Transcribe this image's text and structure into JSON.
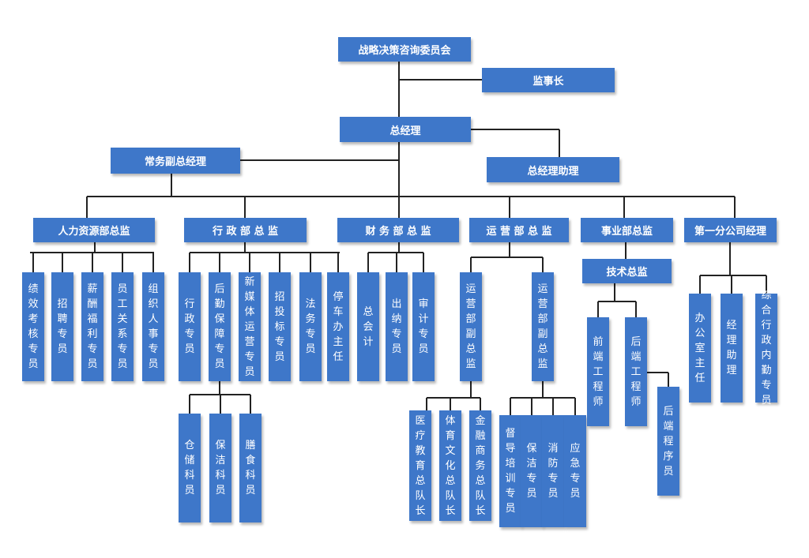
{
  "org": {
    "committee": "战略决策咨询委员会",
    "chairman": "监事长",
    "gm": "总经理",
    "exec_vp": "常务副总经理",
    "gm_assistant": "总经理助理",
    "hr_director": "人力资源部总监",
    "admin_director": "行 政 部 总 监",
    "finance_director": "财 务 部 总 监",
    "ops_director": "运 营 部 总 监",
    "biz_director": "事业部总监",
    "branch_manager": "第一分公司经理",
    "hr_items": [
      "绩效考核专员",
      "招聘专员",
      "薪酬福利专员",
      "员工关系专员",
      "组织人事专员"
    ],
    "admin_items": [
      "行政专员",
      "后勤保障专员",
      "新媒体运营专员",
      "招投标专员",
      "法务专员",
      "停车办主任"
    ],
    "logistics_items": [
      "仓储科员",
      "保洁科员",
      "膳食科员"
    ],
    "finance_items": [
      "总会计",
      "出纳专员",
      "审计专员"
    ],
    "ops_deputies": [
      "运营部副总监",
      "运营部副总监"
    ],
    "ops_a_items": [
      "医疗教育总队长",
      "体育文化总队长",
      "金融商务总队长"
    ],
    "ops_b_items": [
      "督导培训专员",
      "保洁专员",
      "消防专员",
      "应急专员"
    ],
    "tech_director": "技术总监",
    "tech_items": [
      "前端工程师",
      "后端工程师"
    ],
    "backend_programmer": "后端程序员",
    "branch_items": [
      "办公室主任",
      "经理助理",
      "综合行政内勤专员"
    ]
  },
  "colors": {
    "box": "#3e77c9",
    "line": "#222222"
  }
}
